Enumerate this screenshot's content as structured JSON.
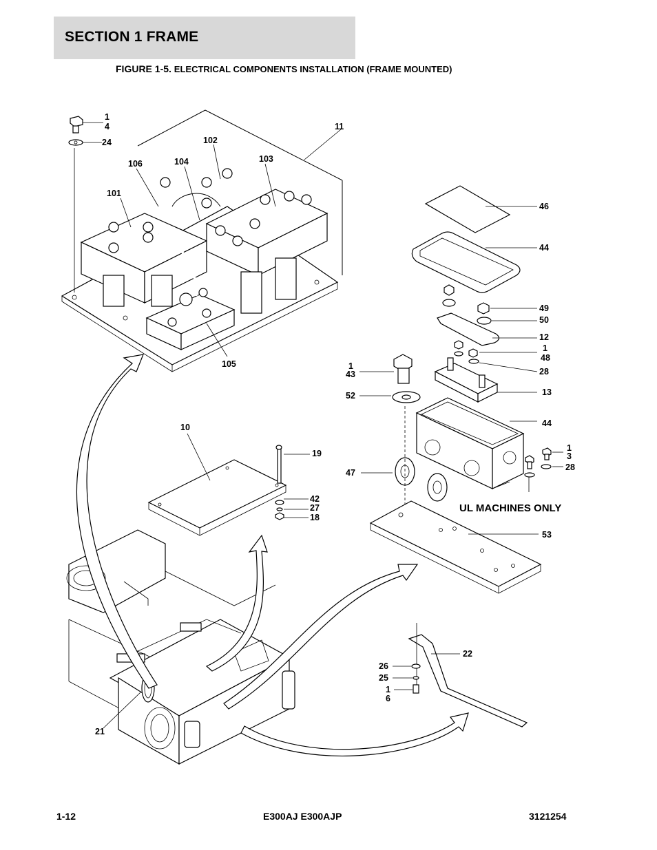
{
  "header": {
    "section_title": "SECTION 1  FRAME",
    "figure_label": "FIGURE 1-5.",
    "figure_title": "ELECTRICAL COMPONENTS INSTALLATION (FRAME MOUNTED)"
  },
  "callouts": {
    "c1a": "1",
    "c4": "4",
    "c24": "24",
    "c11": "11",
    "c102": "102",
    "c106": "106",
    "c104": "104",
    "c103": "103",
    "c101": "101",
    "c105": "105",
    "c46": "46",
    "c44a": "44",
    "c49": "49",
    "c50": "50",
    "c12": "12",
    "c1b": "1",
    "c48": "48",
    "c28a": "28",
    "c1c": "1",
    "c43": "43",
    "c13": "13",
    "c52": "52",
    "c44b": "44",
    "c1d": "1",
    "c3": "3",
    "c28b": "28",
    "c47": "47",
    "c53": "53",
    "c10": "10",
    "c19": "19",
    "c42": "42",
    "c27": "27",
    "c18": "18",
    "c22": "22",
    "c26": "26",
    "c25": "25",
    "c1e": "1",
    "c6": "6",
    "c21": "21"
  },
  "notes": {
    "ul_machines": "UL MACHINES ONLY"
  },
  "footer": {
    "page_number": "1-12",
    "model": "E300AJ E300AJP",
    "doc_number": "3121254"
  }
}
